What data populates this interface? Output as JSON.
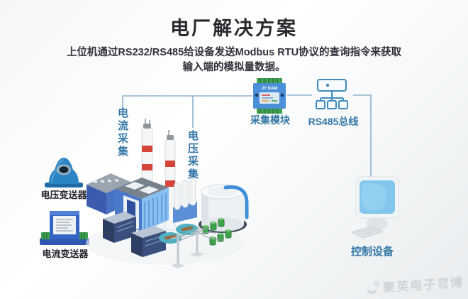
{
  "page": {
    "title": "电厂解决方案",
    "description_line1": "上位机通过RS232/RS485给设备发送Modbus RTU协议的查询指令来获取",
    "description_line2": "输入端的模拟量数据。"
  },
  "diagram": {
    "labels": {
      "current_acquisition": "电流采集",
      "voltage_acquisition": "电压采集",
      "acquisition_module": "采集模块",
      "rs485_bus": "RS485总线",
      "control_device": "控制设备",
      "voltage_transmitter": "电压变送器",
      "current_transmitter": "电流变送器"
    },
    "module_brand": "JY DAM"
  },
  "watermark": {
    "text": "聚英电子官博"
  },
  "colors": {
    "accent_blue": "#3477a6",
    "connector_blue": "#8fb2cd",
    "icon_blue": "#3f8cc0",
    "title_dark": "#29292e",
    "device_blue": "#4a8fd8",
    "screen_blue": "#82c6ec",
    "chimney_red": "#d6453a",
    "pond_teal": "#4fb1c0",
    "terminal_green": "#3f9e4f"
  }
}
